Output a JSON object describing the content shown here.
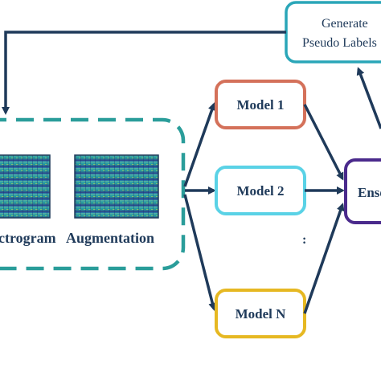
{
  "generate_box": {
    "line1": "Generate",
    "line2": "Pseudo Labels",
    "border": "#2aa6b8"
  },
  "input_group": {
    "border": "#2a9d9a",
    "spectrogram_label": "Spectrogram",
    "augmentation_label": "Augmentation"
  },
  "models": [
    {
      "label": "Model 1",
      "border": "#d4715a"
    },
    {
      "label": "Model 2",
      "border": "#5ad2e6"
    },
    {
      "label": "Model N",
      "border": "#e6b822"
    }
  ],
  "ellipsis": ":",
  "ensemble": {
    "label": "Ensemble",
    "border": "#4a2a8c"
  },
  "arrow_color": "#1f3a5a",
  "text_color": "#1f3a5a"
}
